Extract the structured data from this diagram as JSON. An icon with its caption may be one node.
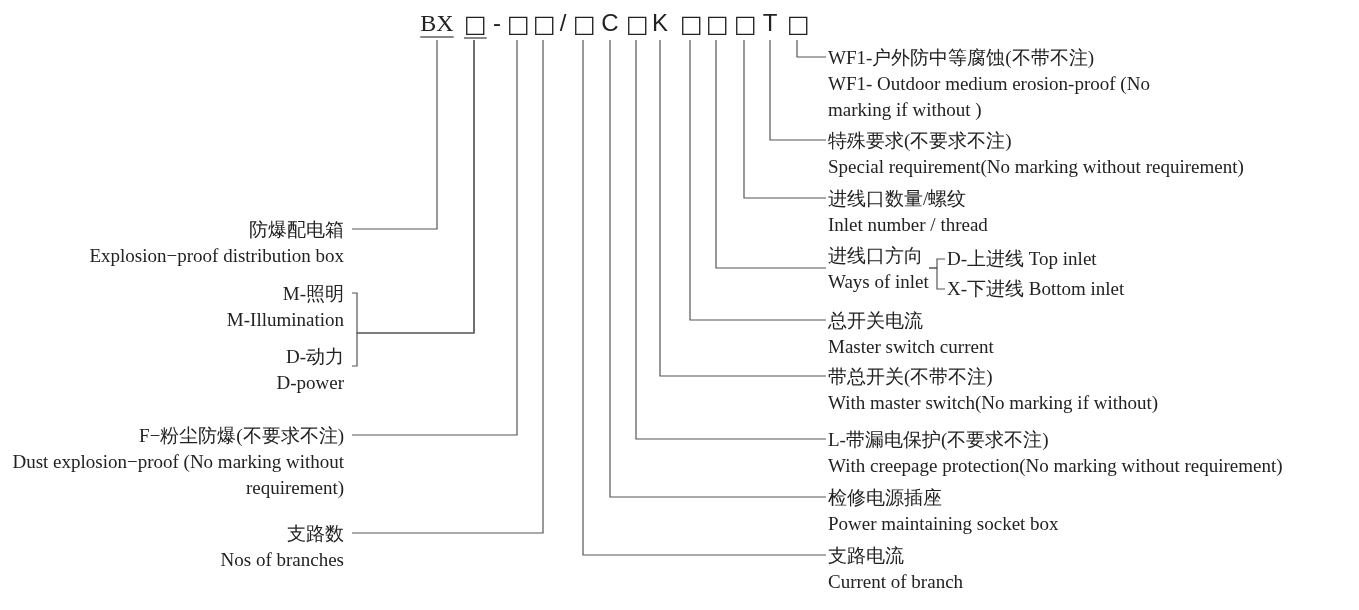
{
  "diagram": {
    "nodes": [
      {
        "text": [
          "BX"
        ]
      },
      {
        "text": [
          "□"
        ]
      },
      {
        "text": [
          "□"
        ]
      },
      {
        "text": [
          "□"
        ]
      },
      {
        "text": [
          "□"
        ]
      },
      {
        "text": [
          "C"
        ]
      },
      {
        "text": [
          "□"
        ]
      },
      {
        "text": [
          "K"
        ]
      },
      {
        "text": [
          "□"
        ]
      },
      {
        "text": [
          "□"
        ]
      },
      {
        "text": [
          "□"
        ]
      },
      {
        "text": [
          "T"
        ]
      },
      {
        "text": [
          "□"
        ]
      },
      {
        "text": [
          "WF1-户外防中等腐蚀(不带不注)",
          "WF1- Outdoor medium erosion-proof (No marking if without )"
        ]
      },
      {
        "text": [
          "特殊要求(不要求不注)",
          "Special requirement(No marking without requirement)"
        ]
      },
      {
        "text": [
          "进线口数量/螺纹",
          "Inlet number / thread"
        ]
      },
      {
        "text": [
          "防爆配电箱",
          "Explosion−proof distribution box"
        ]
      },
      {
        "text": [
          "进线口方向",
          "Ways of inlet"
        ]
      },
      {
        "text": [
          "D-上进线 Top inlet"
        ]
      },
      {
        "text": [
          "X-下进线 Bottom inlet"
        ]
      },
      {
        "text": [
          "M-照明",
          "M-Illumination"
        ]
      },
      {
        "text": [
          "总开关电流",
          "Master switch current"
        ]
      },
      {
        "text": [
          "D-动力",
          "D-power"
        ]
      },
      {
        "text": [
          "带总开关(不带不注)",
          "With master switch(No marking if without)"
        ]
      },
      {
        "text": [
          "F−粉尘防爆(不要求不注)",
          "Dust explosion−proof (No marking without requirement)"
        ]
      },
      {
        "text": [
          "L-带漏电保护(不要求不注)",
          "With creepage protection(No marking without requirement)"
        ]
      },
      {
        "text": [
          "检修电源插座",
          "Power maintaining socket box"
        ]
      },
      {
        "text": [
          "支路数",
          "Nos of branches"
        ]
      },
      {
        "text": [
          "支路电流",
          "Current of branch"
        ]
      }
    ],
    "edges": [
      {
        "from": 0,
        "to": 16,
        "arrow": "none"
      },
      {
        "from": 1,
        "to": 20,
        "arrow": "none"
      },
      {
        "from": 1,
        "to": 22,
        "arrow": "none"
      },
      {
        "from": 2,
        "to": 24,
        "arrow": "none"
      },
      {
        "from": 3,
        "to": 27,
        "arrow": "none"
      },
      {
        "from": 4,
        "to": 28,
        "arrow": "none"
      },
      {
        "from": 5,
        "to": 26,
        "arrow": "none"
      },
      {
        "from": 6,
        "to": 25,
        "arrow": "none"
      },
      {
        "from": 7,
        "to": 23,
        "arrow": "none"
      },
      {
        "from": 8,
        "to": 21,
        "arrow": "none"
      },
      {
        "from": 9,
        "to": 17,
        "arrow": "none"
      },
      {
        "from": 17,
        "to": 18,
        "arrow": "none"
      },
      {
        "from": 17,
        "to": 19,
        "arrow": "none"
      },
      {
        "from": 10,
        "to": 15,
        "arrow": "none"
      },
      {
        "from": 11,
        "to": 14,
        "arrow": "none"
      },
      {
        "from": 12,
        "to": 13,
        "arrow": "none"
      }
    ],
    "labels": [
      "-",
      "/"
    ]
  }
}
